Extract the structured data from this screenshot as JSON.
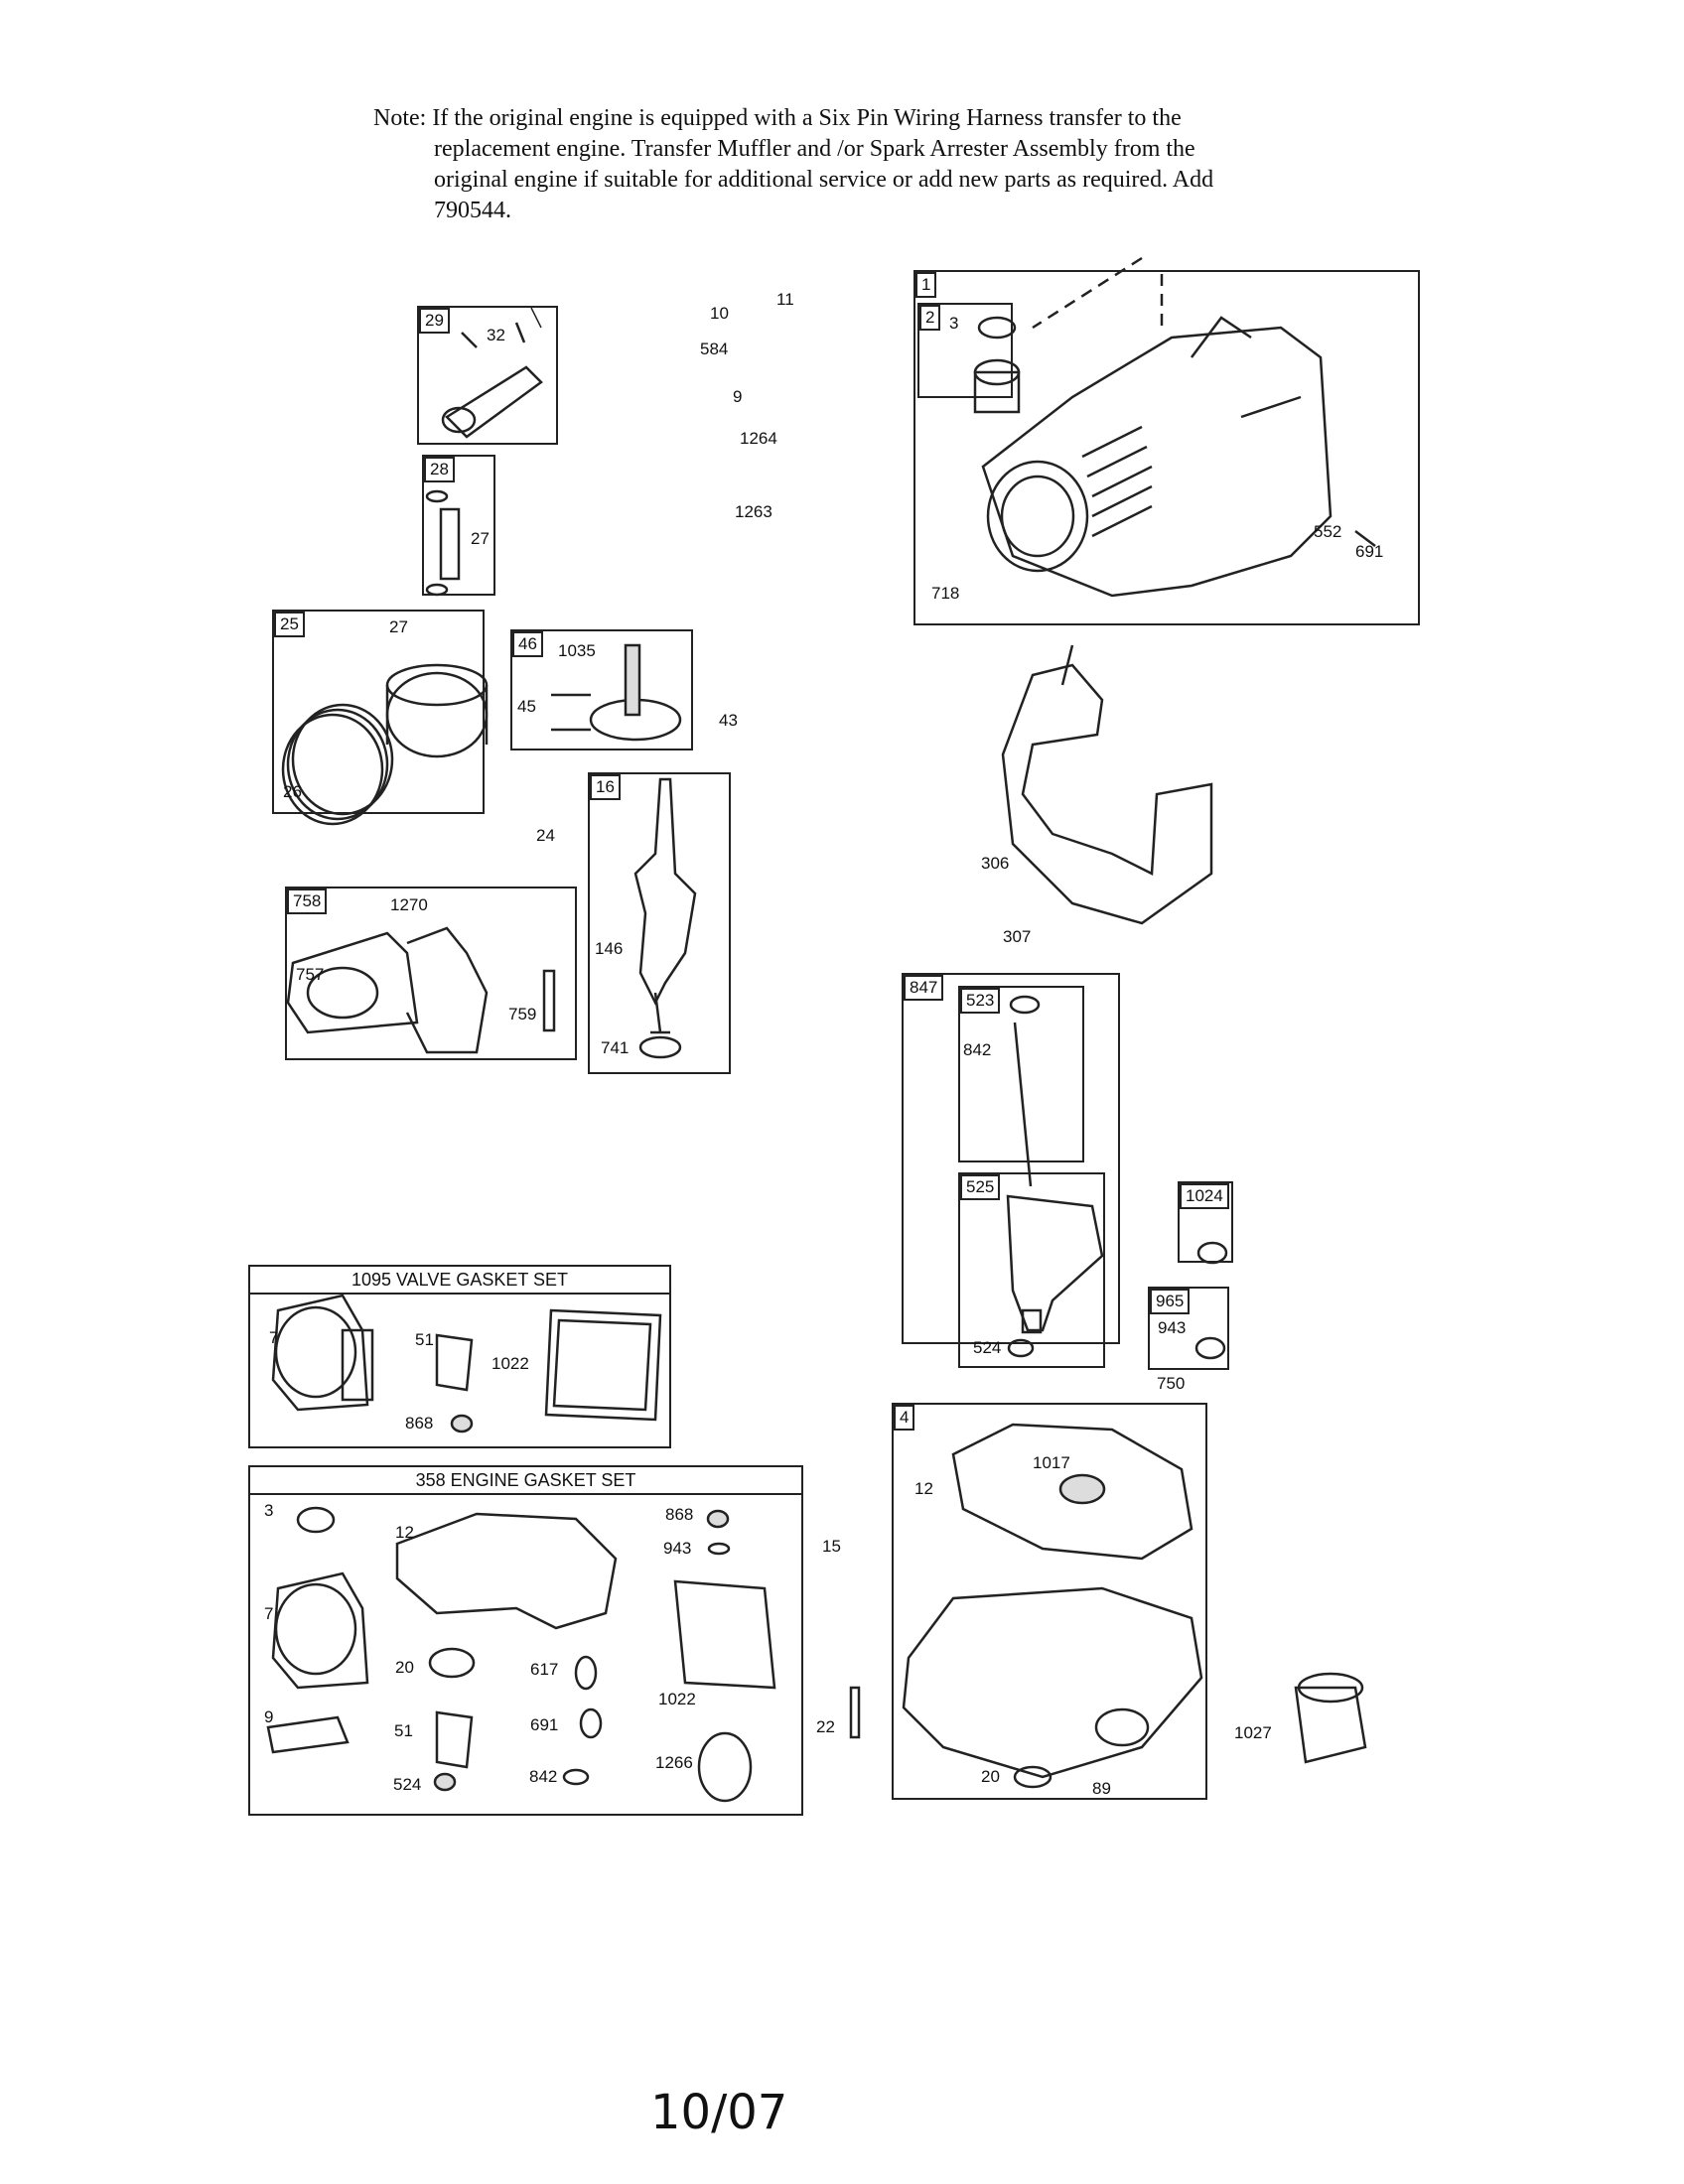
{
  "note": {
    "line1": "Note: If the original engine is equipped with a Six Pin Wiring Harness transfer to the",
    "line2": "replacement engine. Transfer Muffler and /or Spark Arrester Assembly from the",
    "line3": "original engine if suitable for additional service or add new parts as required. Add",
    "line4": "790544."
  },
  "footer": "10/07",
  "sets": {
    "valve": "1095 VALVE GASKET SET",
    "engine": "358 ENGINE GASKET SET"
  },
  "tags": [
    "1",
    "2",
    "29",
    "28",
    "25",
    "46",
    "16",
    "758",
    "847",
    "523",
    "525",
    "1024",
    "965",
    "4"
  ],
  "labels": {
    "p3": "3",
    "p10": "10",
    "p11": "11",
    "p584": "584",
    "p9": "9",
    "p1264": "1264",
    "p1263": "1263",
    "p32": "32",
    "p27a": "27",
    "p27b": "27",
    "p26": "26",
    "p1035": "1035",
    "p45": "45",
    "p43": "43",
    "p24": "24",
    "p1270": "1270",
    "p757": "757",
    "p759": "759",
    "p146": "146",
    "p741": "741",
    "p552": "552",
    "p691": "691",
    "p718": "718",
    "p306": "306",
    "p307": "307",
    "p842": "842",
    "p524": "524",
    "p943": "943",
    "p750": "750",
    "v7": "7",
    "v51": "51",
    "v1022": "1022",
    "v868": "868",
    "e3": "3",
    "e12": "12",
    "e868": "868",
    "e943": "943",
    "e7": "7",
    "e20": "20",
    "e617": "617",
    "e1022": "1022",
    "e9": "9",
    "e51": "51",
    "e691": "691",
    "e1266": "1266",
    "e524": "524",
    "e842": "842",
    "p15": "15",
    "p22": "22",
    "s12": "12",
    "s1017": "1017",
    "s20": "20",
    "s89": "89",
    "p1027": "1027"
  }
}
